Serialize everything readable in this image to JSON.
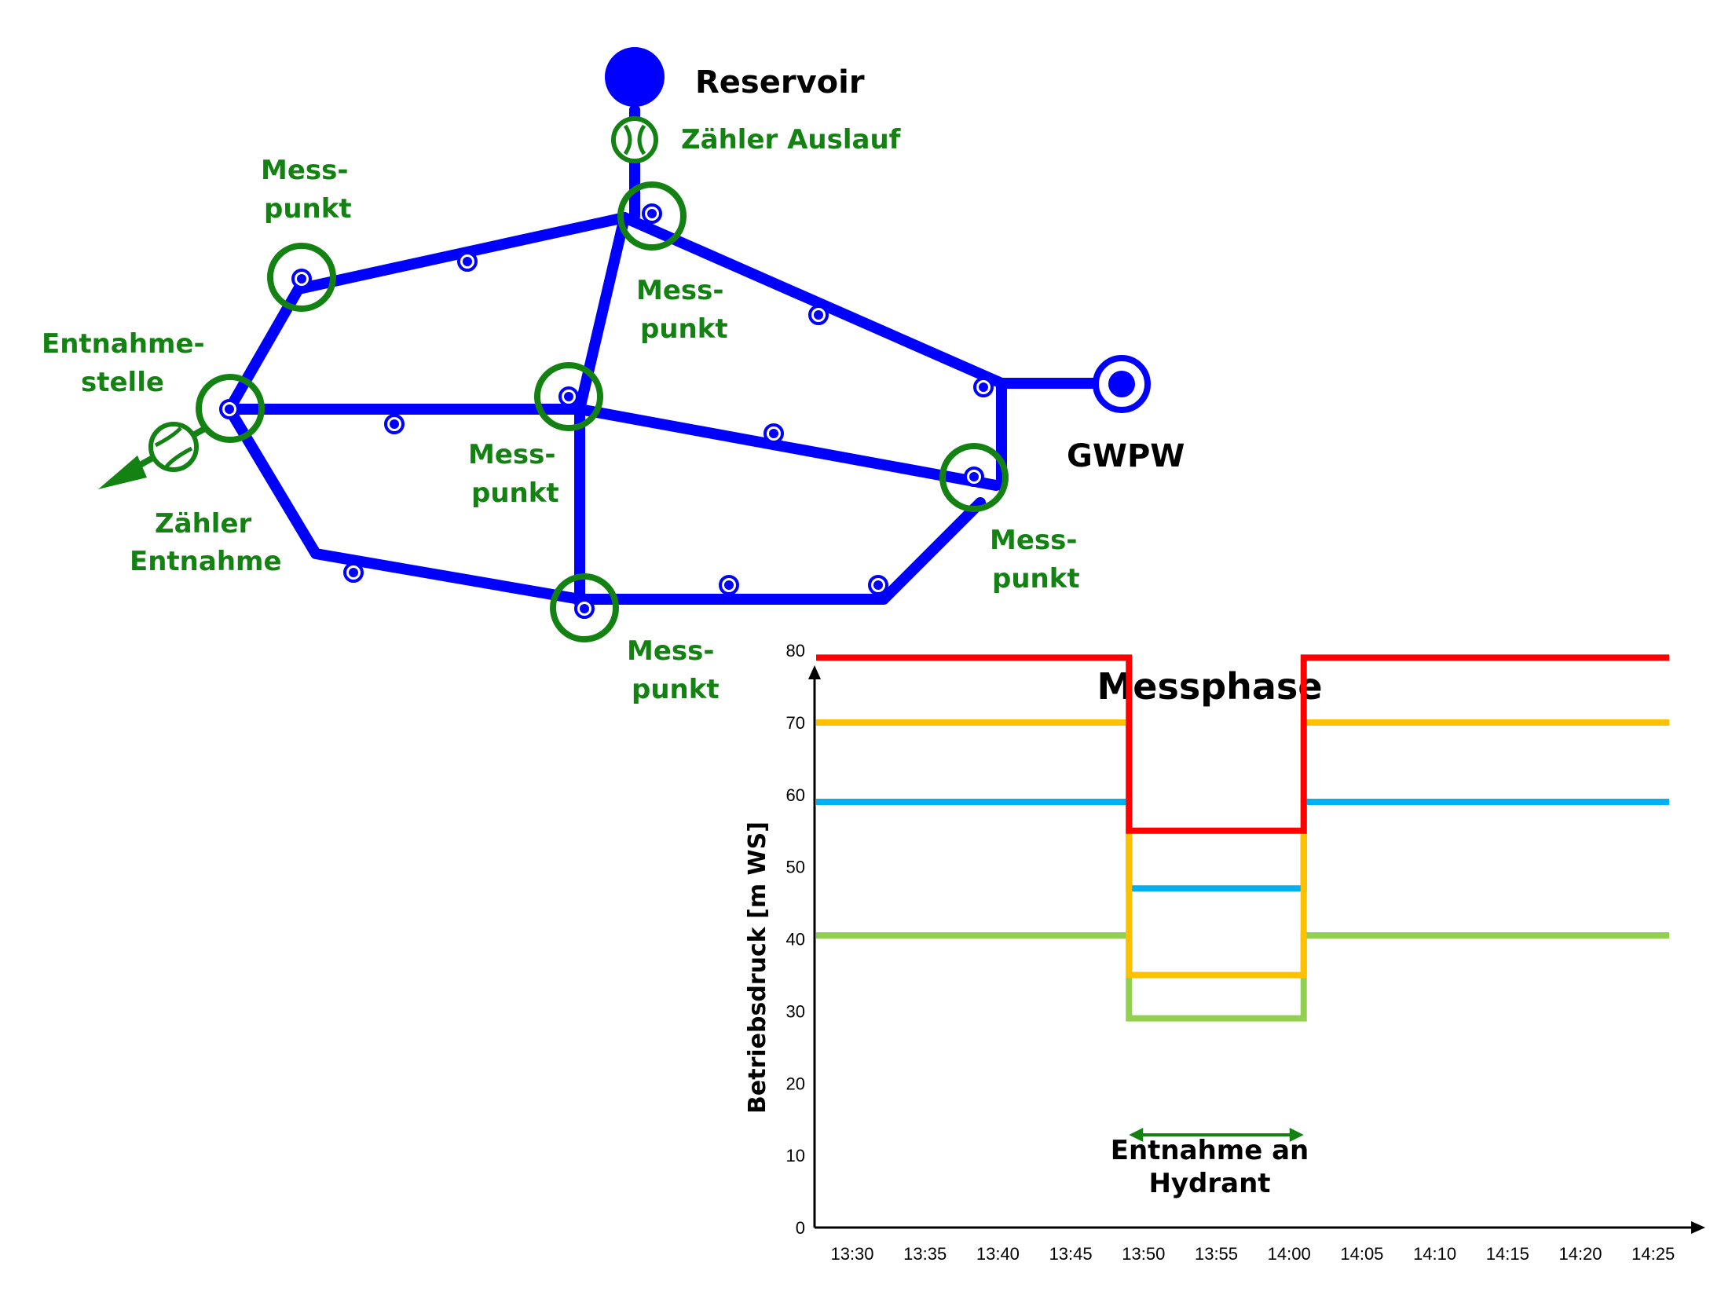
{
  "network": {
    "reservoir_label": "Reservoir",
    "meter_outlet_label": "Zähler Auslauf",
    "gwpw_label": "GWPW",
    "extraction_point_label": [
      "Entnahme-",
      "stelle"
    ],
    "meter_extraction_label": [
      "Zähler",
      "Entnahme"
    ],
    "measure_point_label": [
      "Mess-",
      "punkt"
    ],
    "colors": {
      "pipe": "#0000ff",
      "marker": "#138213"
    }
  },
  "chart_data": {
    "type": "line",
    "title": "Messphase",
    "ylabel": "Betriebsdruck [m WS]",
    "xlabel": "",
    "x": [
      "13:30",
      "13:35",
      "13:40",
      "13:45",
      "13:50",
      "13:55",
      "14:00",
      "14:05",
      "14:10",
      "14:15",
      "14:20",
      "14:25"
    ],
    "ylim": [
      0,
      80
    ],
    "yticks": [
      0,
      10,
      20,
      30,
      40,
      50,
      60,
      70,
      80
    ],
    "drop_start": "13:49",
    "drop_end": "14:01",
    "series": [
      {
        "color": "#ff0000",
        "before": 79,
        "during": 55,
        "after": 79
      },
      {
        "color": "#ffc000",
        "before": 70,
        "during": 35,
        "after": 70
      },
      {
        "color": "#00b0f0",
        "before": 59,
        "during": 47,
        "after": 59
      },
      {
        "color": "#92d050",
        "before": 40.5,
        "during": 29,
        "after": 40.5
      }
    ],
    "annotation": [
      "Entnahme an",
      "Hydrant"
    ],
    "annotation_color": "#138213"
  }
}
